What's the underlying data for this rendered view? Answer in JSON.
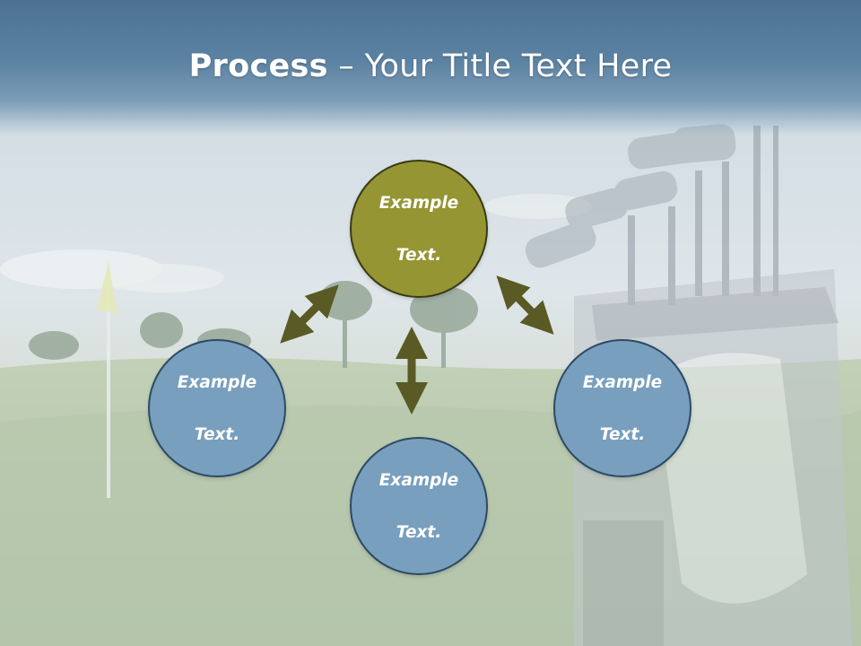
{
  "slide": {
    "title_bold": "Process",
    "title_rest": " – Your Title Text Here"
  },
  "nodes": {
    "top": {
      "line1": "Example",
      "line2": "Text."
    },
    "left": {
      "line1": "Example",
      "line2": "Text."
    },
    "right": {
      "line1": "Example",
      "line2": "Text."
    },
    "bottom": {
      "line1": "Example",
      "line2": "Text."
    }
  },
  "colors": {
    "title_band": "#5b82a2",
    "center_node": "#959533",
    "outer_nodes": "#789fbd",
    "arrows": "#5a5a25"
  },
  "background_image": "golf course with flag and golf bag with clubs"
}
